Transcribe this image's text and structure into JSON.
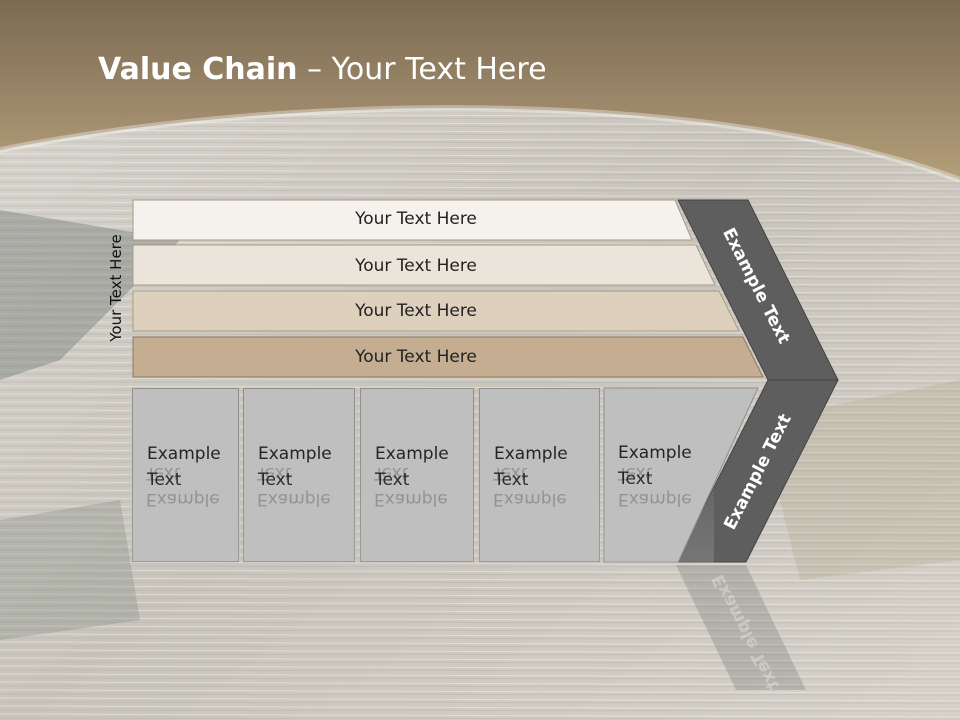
{
  "title": {
    "bold": "Value Chain",
    "rest": " – Your Text Here"
  },
  "side_label": "Your Text Here",
  "bars": [
    {
      "label": "Your Text Here",
      "color": "#f5f2ee"
    },
    {
      "label": "Your Text Here",
      "color": "#ebe4da"
    },
    {
      "label": "Your Text Here",
      "color": "#ddd0bd"
    },
    {
      "label": "Your Text Here",
      "color": "#c4ad90"
    }
  ],
  "boxes": [
    {
      "line1": "Example",
      "line2": "Text"
    },
    {
      "line1": "Example",
      "line2": "Text"
    },
    {
      "line1": "Example",
      "line2": "Text"
    },
    {
      "line1": "Example",
      "line2": "Text"
    },
    {
      "line1": "Example",
      "line2": "Text"
    }
  ],
  "chevron": {
    "upper_label": "Example Text",
    "lower_label": "Example Text",
    "color": "#5e5e5e"
  },
  "colors": {
    "header": "#9c8463",
    "box_fill": "#bfbfbf"
  }
}
